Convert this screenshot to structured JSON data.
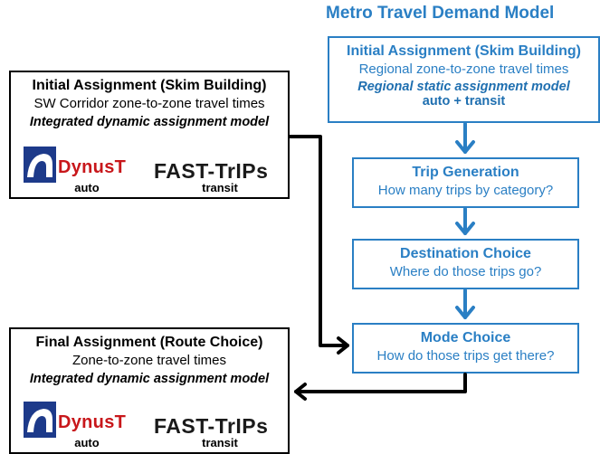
{
  "title": "Metro Travel Demand Model",
  "metro_boxes": [
    {
      "heading": "Initial Assignment (Skim Building)",
      "lines": [
        "Regional zone-to-zone travel times"
      ],
      "italic_line": "Regional static assignment model",
      "bold_line": "auto + transit"
    },
    {
      "heading": "Trip Generation",
      "lines": [
        "How many trips by category?"
      ]
    },
    {
      "heading": "Destination Choice",
      "lines": [
        "Where do those trips go?"
      ]
    },
    {
      "heading": "Mode Choice",
      "lines": [
        "How do those trips get there?"
      ]
    }
  ],
  "sw_initial": {
    "heading": "Initial Assignment (Skim Building)",
    "subtitle": "SW Corridor zone-to-zone travel times",
    "italic_line": "Integrated dynamic assignment model",
    "dynust_logo": "DynusT",
    "fast_logo": "FAST-TrIPs",
    "auto_caption": "auto",
    "transit_caption": "transit"
  },
  "sw_final": {
    "heading": "Final Assignment (Route Choice)",
    "subtitle": "Zone-to-zone travel times",
    "italic_line": "Integrated dynamic assignment model",
    "dynust_logo": "DynusT",
    "fast_logo": "FAST-TrIPs",
    "auto_caption": "auto",
    "transit_caption": "transit"
  },
  "colors": {
    "metro": "#2a7fc4",
    "sw": "#000000",
    "dynust_red": "#c8171b",
    "dynust_blue": "#1d3a8a"
  }
}
